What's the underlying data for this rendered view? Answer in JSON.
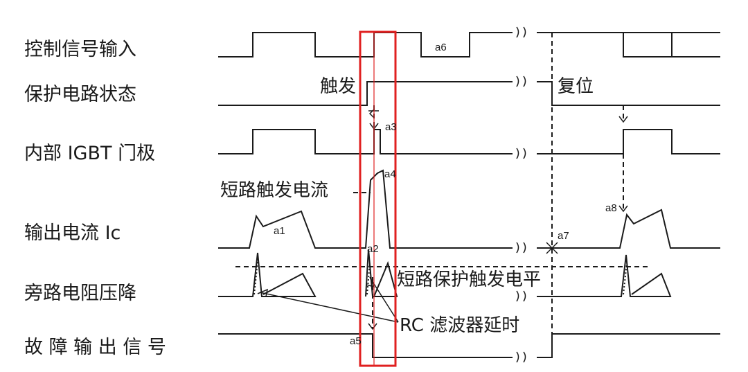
{
  "rows": [
    {
      "label": "控制信号输入"
    },
    {
      "label": "保护电路状态"
    },
    {
      "label": "内部 IGBT 门极"
    },
    {
      "label": "输出电流 Ic"
    },
    {
      "label": "旁路电阻压降"
    },
    {
      "label": "故 障 输 出 信 号"
    }
  ],
  "notes": {
    "trigger": "触发",
    "reset": "复位",
    "short_current": "短路触发电流",
    "protect_level": "短路保护触发电平",
    "rc_delay": "RC 滤波器延时"
  },
  "markers": {
    "a1": "a1",
    "a2": "a2",
    "a3": "a3",
    "a4": "a4",
    "a5": "a5",
    "a6": "a6",
    "a7": "a7",
    "a8": "a8"
  },
  "colors": {
    "highlight": "#e02020",
    "line": "#1a1a1a",
    "background": "#ffffff"
  }
}
